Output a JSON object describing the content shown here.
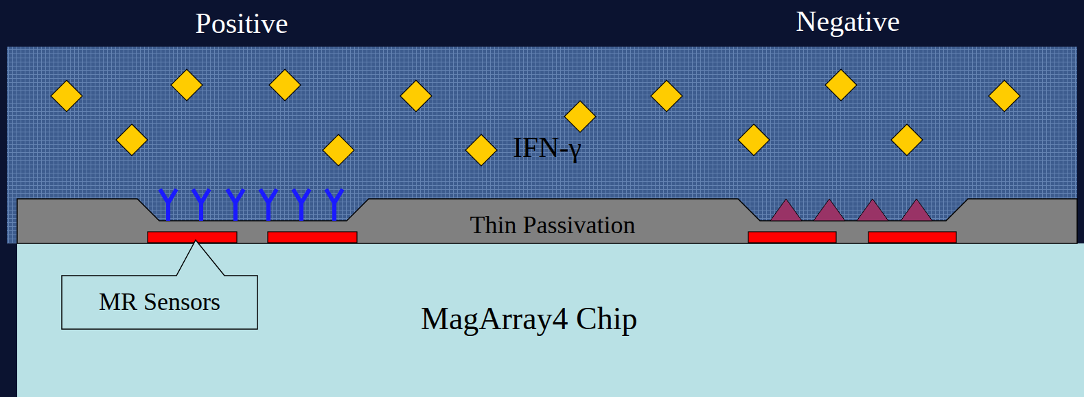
{
  "diagram": {
    "nodes": [
      {
        "text": [
          "Thin Passivation"
        ]
      },
      {
        "text": [
          "MagArray4 Chip"
        ]
      },
      {
        "text": [
          "MR Sensors"
        ],
        "in": 1
      }
    ],
    "labels": [
      "Positive",
      "Negative",
      "IFN-γ"
    ]
  }
}
